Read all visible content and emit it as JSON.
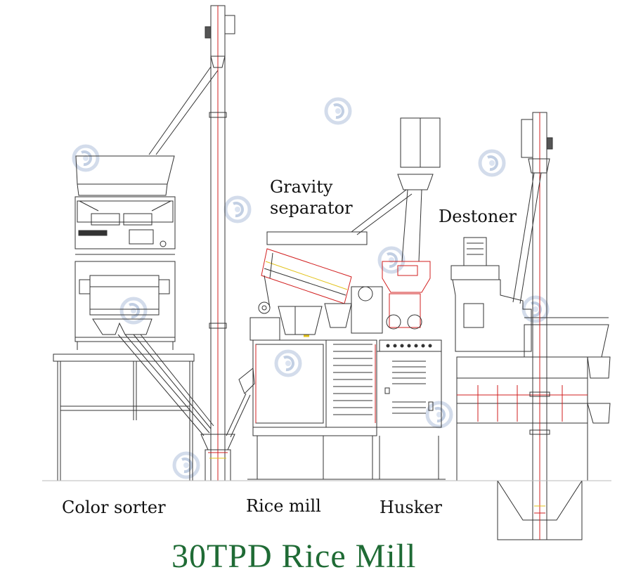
{
  "labels": {
    "gravity_line1": "Gravity",
    "gravity_line2": "separator",
    "destoner": "Destoner",
    "color_sorter": "Color sorter",
    "rice_mill": "Rice mill",
    "husker": "Husker"
  },
  "title": "30TPD Rice Mill",
  "colors": {
    "line": "#333333",
    "accent_red": "#d21f1f",
    "accent_yellow": "#e2c21a",
    "title_green": "#1f6b35",
    "watermark": "#c8d4e6"
  },
  "watermark_icon": "swirl-logo-watermark"
}
